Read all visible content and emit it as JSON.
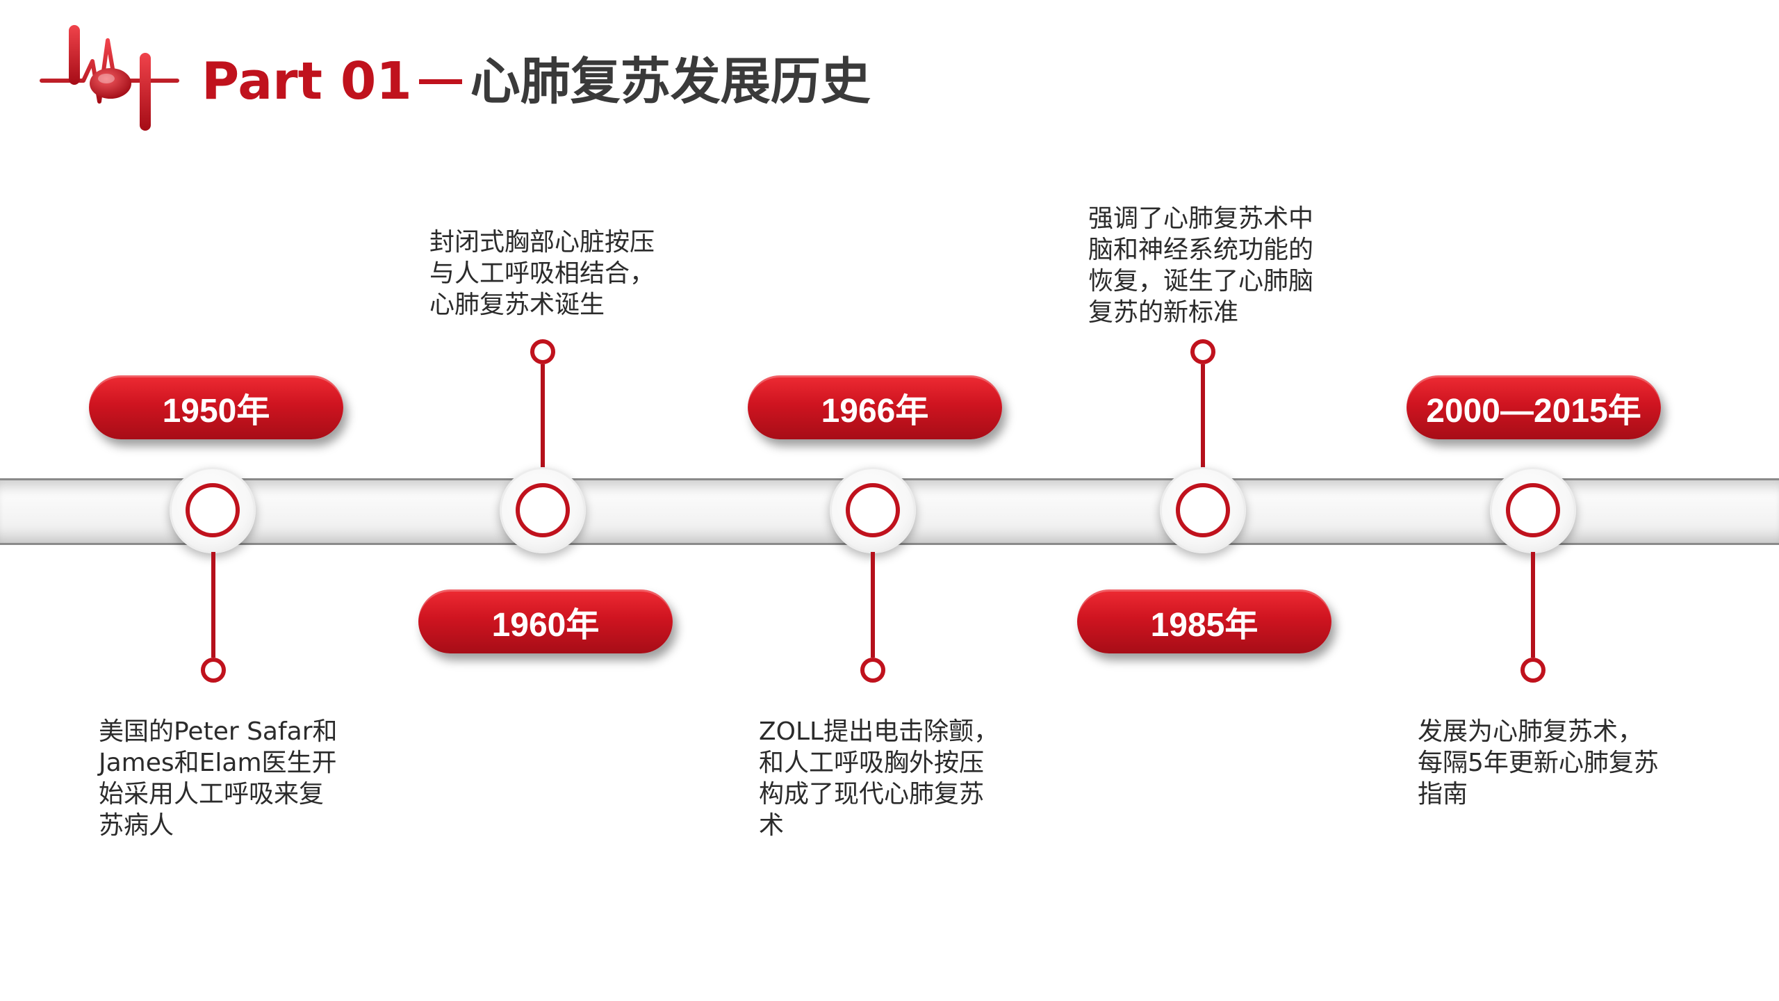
{
  "header": {
    "part_label": "Part 01",
    "title": "心肺复苏发展历史",
    "accent_color": "#c0121d"
  },
  "events": [
    {
      "year": "1950年",
      "text": "美国的Peter Safar和\nJames和Elam医生开\n始采用人工呼吸来复\n苏病人"
    },
    {
      "year": "1960年",
      "text": "封闭式胸部心脏按压\n与人工呼吸相结合，\n心肺复苏术诞生"
    },
    {
      "year": "1966年",
      "text": "ZOLL提出电击除颤，\n和人工呼吸胸外按压\n构成了现代心肺复苏\n术"
    },
    {
      "year": "1985年",
      "text": "强调了心肺复苏术中\n脑和神经系统功能的\n恢复，诞生了心肺脑\n复苏的新标准"
    },
    {
      "year": "2000—2015年",
      "text": "发展为心肺复苏术，\n每隔5年更新心肺复苏\n指南"
    }
  ]
}
